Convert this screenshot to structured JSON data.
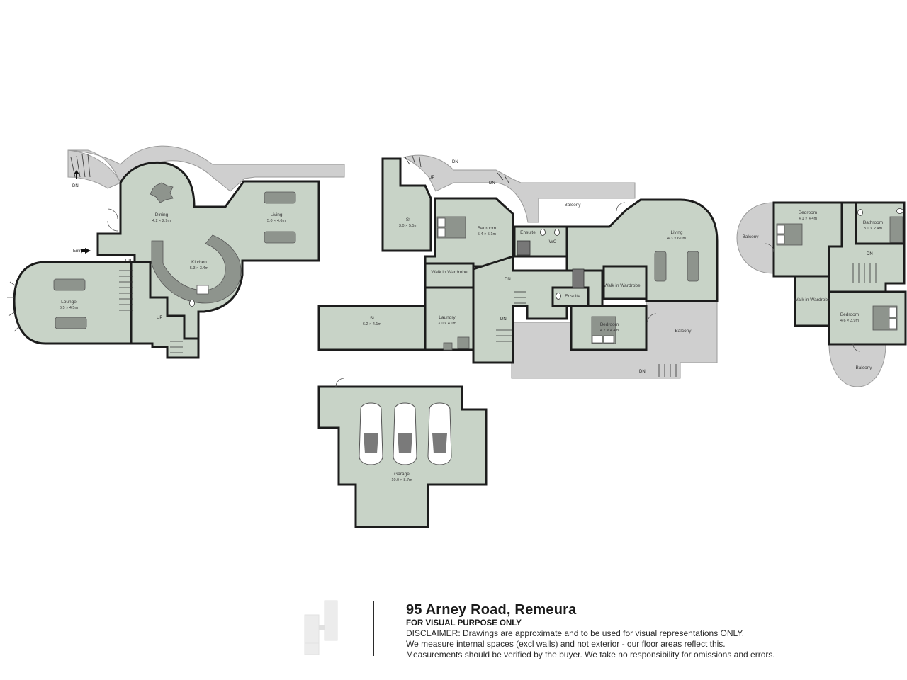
{
  "rooms": {
    "lounge": {
      "name": "Lounge",
      "size": "6.5 × 4.5m"
    },
    "dining": {
      "name": "Dining",
      "size": "4.2 × 2.9m"
    },
    "living1": {
      "name": "Living",
      "size": "5.0 × 4.6m"
    },
    "kitchen": {
      "name": "Kitchen",
      "size": "5.3 × 3.4m"
    },
    "st1": {
      "name": "St",
      "size": "3.0 × 5.5m"
    },
    "bedroom1": {
      "name": "Bedroom",
      "size": "5.4 × 5.1m"
    },
    "ensuite1": {
      "name": "Ensuite"
    },
    "wc": {
      "name": "WC"
    },
    "living2": {
      "name": "Living",
      "size": "4.3 × 6.0m"
    },
    "walkin1": {
      "name": "Walk in Wardrobe"
    },
    "st2": {
      "name": "St",
      "size": "6.2 × 4.1m"
    },
    "laundry": {
      "name": "Laundry",
      "size": "3.0 × 4.1m"
    },
    "ensuite2": {
      "name": "Ensuite"
    },
    "walkin2": {
      "name": "Walk in Wardrobe"
    },
    "bedroom2": {
      "name": "Bedroom",
      "size": "4.7 × 4.4m"
    },
    "balcony_top": {
      "name": "Balcony"
    },
    "balcony_side": {
      "name": "Balcony"
    },
    "bedroom3": {
      "name": "Bedroom",
      "size": "4.1 × 4.4m"
    },
    "bathroom": {
      "name": "Bathroom",
      "size": "3.0 × 2.4m"
    },
    "balcony_left": {
      "name": "Balcony"
    },
    "walkin3": {
      "name": "Walk in Wardrobe"
    },
    "bedroom4": {
      "name": "Bedroom",
      "size": "4.6 × 3.9m"
    },
    "balcony_bottom": {
      "name": "Balcony"
    },
    "garage": {
      "name": "Garage",
      "size": "10.0 × 8.7m"
    }
  },
  "markers": {
    "up": "UP",
    "dn": "DN",
    "entry": "Entry"
  },
  "footer": {
    "address": "95 Arney Road, Remeura",
    "purpose": "FOR VISUAL PURPOSE ONLY",
    "disclaimer_1": "DISCLAIMER:  Drawings are approximate and to be used for visual representations ONLY.",
    "disclaimer_2": "We measure internal spaces (excl walls) and not exterior - our floor areas reflect this.",
    "disclaimer_3": "Measurements should be verified by the buyer. We take no responsibility for omissions and errors."
  },
  "colors": {
    "room_fill": "#c8d3c7",
    "exterior_fill": "#cfcfcf",
    "wall": "#1c1c1c"
  }
}
